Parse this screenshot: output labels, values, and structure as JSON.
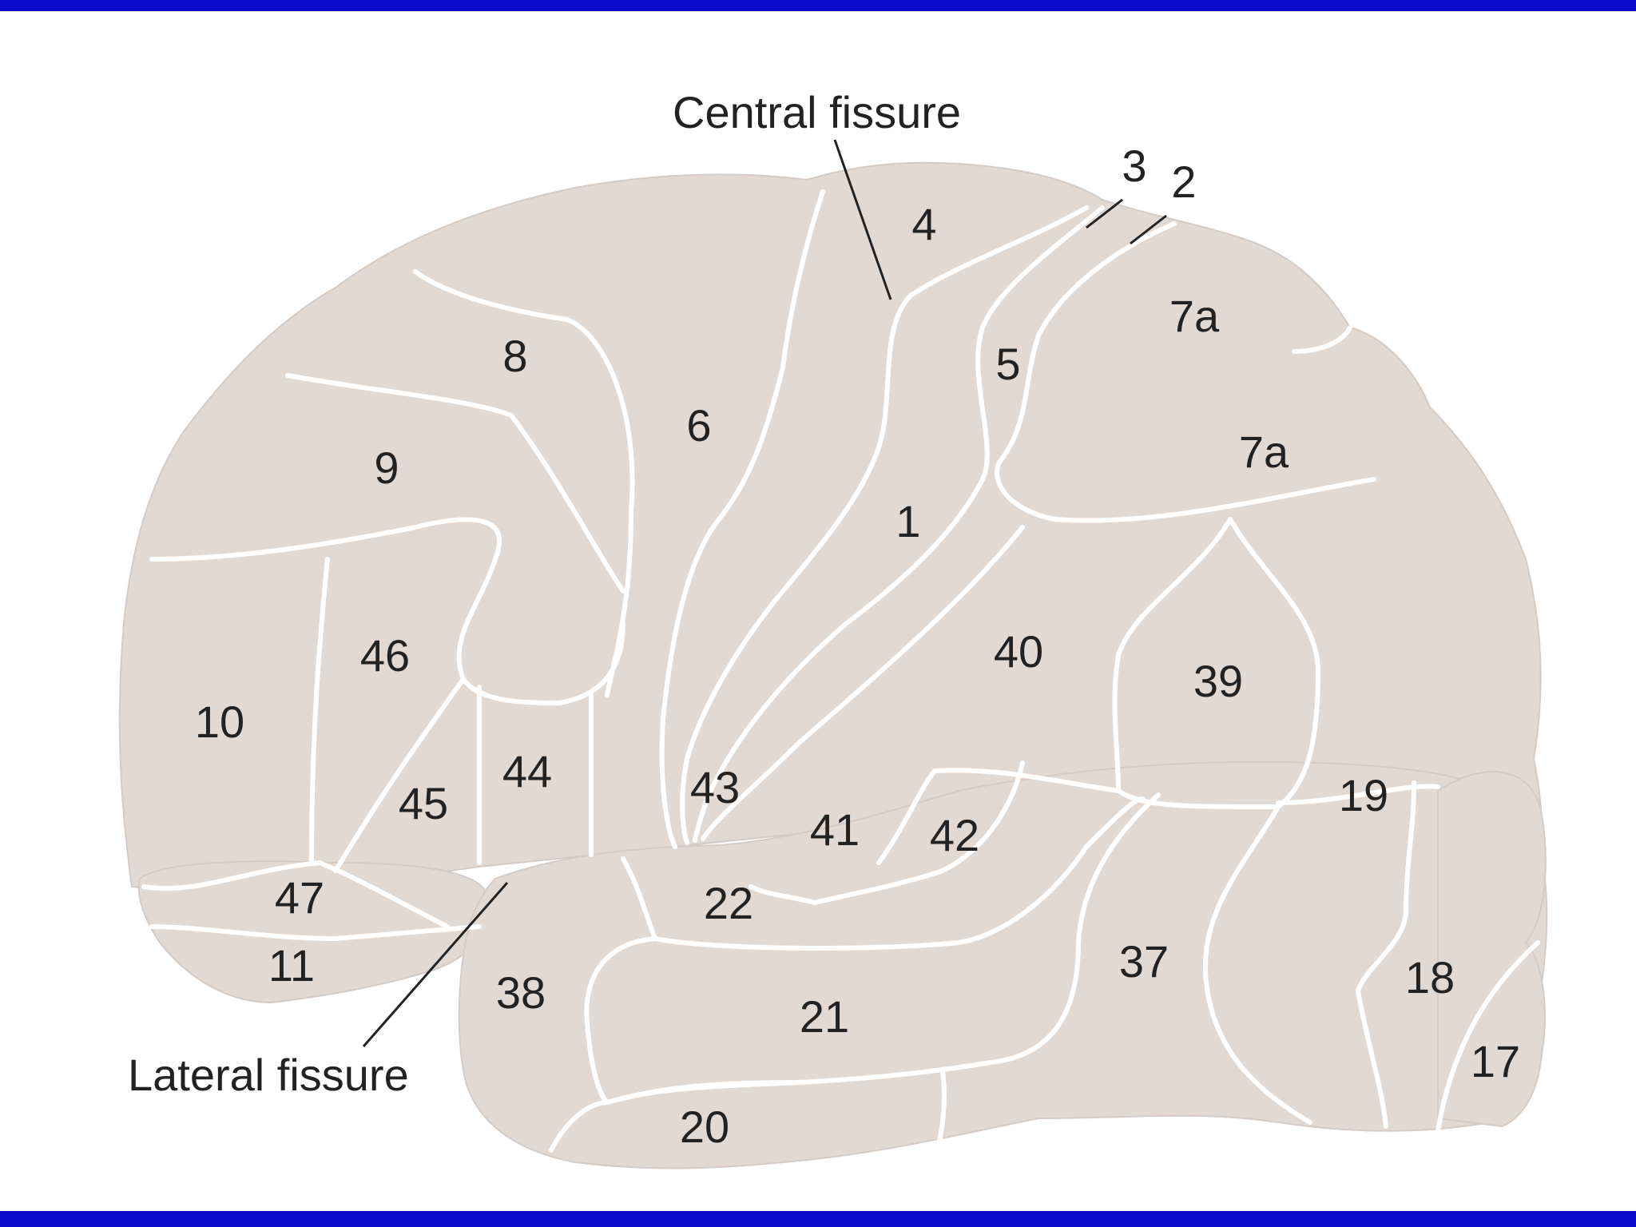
{
  "diagram": {
    "callouts": {
      "central_fissure": "Central fissure",
      "lateral_fissure": "Lateral fissure"
    },
    "areas": {
      "a4": "4",
      "a3": "3",
      "a2": "2",
      "a8": "8",
      "a6": "6",
      "a5": "5",
      "a7a_upper": "7a",
      "a7a_lower": "7a",
      "a9": "9",
      "a1": "1",
      "a46": "46",
      "a10": "10",
      "a40": "40",
      "a39": "39",
      "a44": "44",
      "a43": "43",
      "a45": "45",
      "a19": "19",
      "a41": "41",
      "a42": "42",
      "a47": "47",
      "a22": "22",
      "a11": "11",
      "a37": "37",
      "a38": "38",
      "a18": "18",
      "a21": "21",
      "a17": "17",
      "a20": "20"
    },
    "colors": {
      "frame": "#0a0ac8",
      "cortex": "#e2d9d3",
      "sulcus": "#ffffff",
      "text": "#222222"
    }
  }
}
